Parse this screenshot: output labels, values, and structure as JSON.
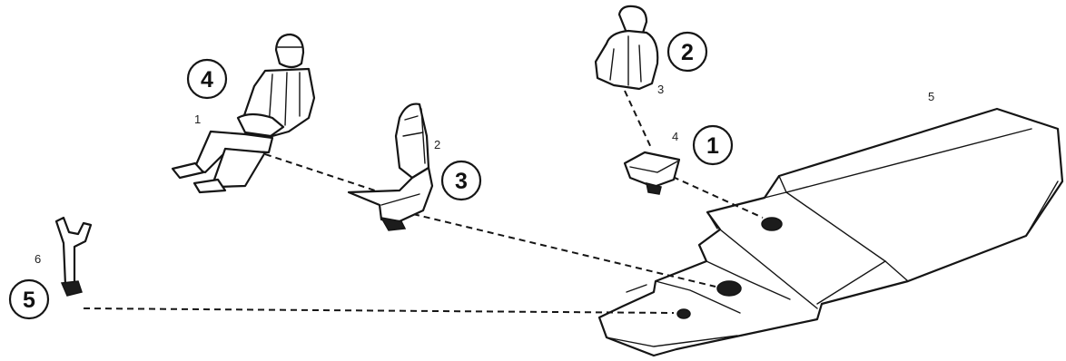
{
  "callouts": {
    "pilot_figure": "4",
    "standing_figure": "2",
    "ejection_seat": "3",
    "control_stick": "5",
    "instrument_part": "1"
  },
  "part_numbers": {
    "pilot_figure": "1",
    "ejection_seat": "2",
    "standing_figure": "3",
    "instrument_part": "4",
    "cockpit_floor": "5",
    "control_stick": "6"
  },
  "colors": {
    "ink": "#151515",
    "paper": "#ffffff"
  }
}
